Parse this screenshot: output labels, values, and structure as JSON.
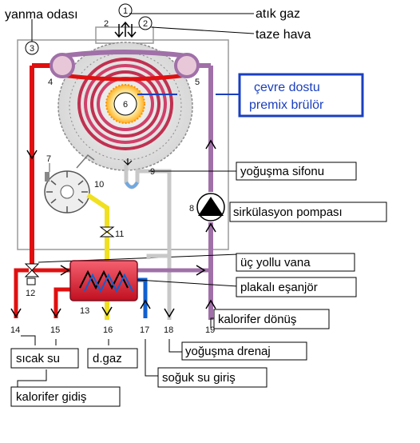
{
  "labels": {
    "combustion_chamber": "yanma odası",
    "exhaust_gas": "atık gaz",
    "fresh_air": "taze hava",
    "burner_line1": "çevre dostu",
    "burner_line2": "premix brülör",
    "condensate_siphon": "yoğuşma sifonu",
    "circulation_pump": "sirkülasyon pompası",
    "three_way_valve": "üç yollu vana",
    "plate_exchanger": "plakalı eşanjör",
    "radiator_return": "kalorifer dönüş",
    "condensate_drain": "yoğuşma drenaj",
    "hot_water": "sıcak su",
    "natural_gas": "d.gaz",
    "cold_water_inlet": "soğuk su giriş",
    "radiator_flow": "kalorifer gidiş"
  },
  "numbers": {
    "n1": "1",
    "n2a": "2",
    "n2b": "2",
    "n3": "3",
    "n4": "4",
    "n5": "5",
    "n6": "6",
    "n7": "7",
    "n8": "8",
    "n9": "9",
    "n10": "10",
    "n11": "11",
    "n12": "12",
    "n13": "13",
    "n14": "14",
    "n15": "15",
    "n16": "16",
    "n17": "17",
    "n18": "18",
    "n19": "19"
  },
  "colors": {
    "hot_pipe": "#e01010",
    "return_pipe": "#a070a8",
    "gas_pipe": "#f0e020",
    "cold_pipe": "#1060d0",
    "condensate_pipe": "#c8c8c8",
    "burner_box": "#1a3fbf",
    "exchanger": "#e8202a"
  }
}
